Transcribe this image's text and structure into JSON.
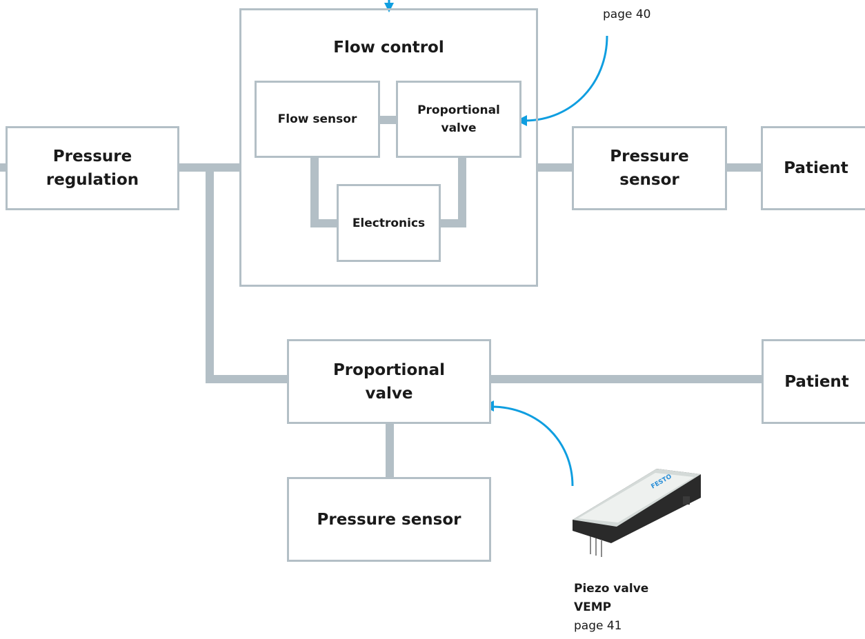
{
  "diagram": {
    "colors": {
      "border": "#b3bfc6",
      "connector": "#b3bfc6",
      "arrow": "#0f9ee0",
      "text": "#1a1a1a"
    },
    "blocks": {
      "pressure_regulation": "Pressure\nregulation",
      "flow_control": "Flow control",
      "flow_sensor": "Flow sensor",
      "proportional_valve_inner": "Proportional\nvalve",
      "electronics": "Electronics",
      "pressure_sensor_top": "Pressure\nsensor",
      "patient_top": "Patient",
      "proportional_valve_lower": "Proportional\nvalve",
      "patient_lower": "Patient",
      "pressure_sensor_bottom": "Pressure sensor"
    },
    "annotations": {
      "top_ref": "page 40",
      "piezo": {
        "title_line1": "Piezo valve",
        "title_line2": "VEMP",
        "page": "page 41"
      }
    },
    "icons": [
      "arrow-down-icon",
      "curved-arrow-icon",
      "piezo-valve-image"
    ]
  }
}
